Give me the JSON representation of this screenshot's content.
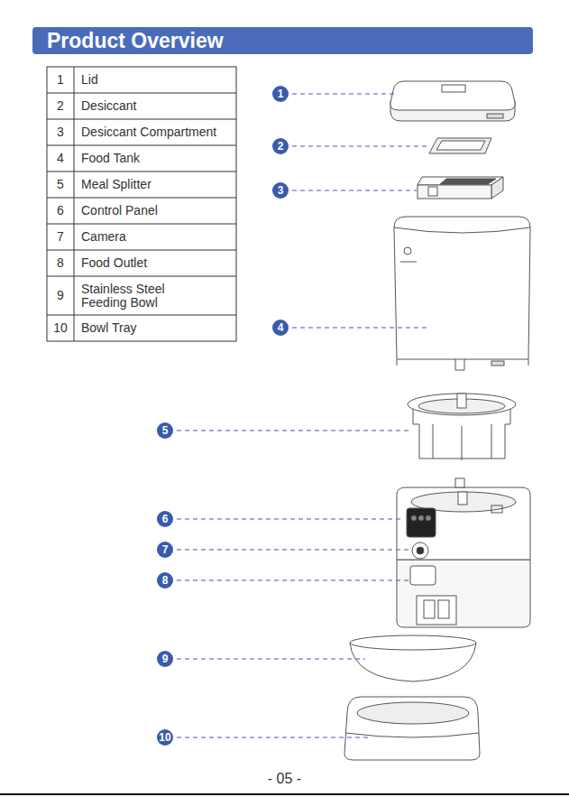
{
  "diagram": {
    "title": "Product Overview",
    "nodes": [
      {
        "text": [
          "1"
        ]
      },
      {
        "text": [
          "2"
        ]
      },
      {
        "text": [
          "3"
        ]
      },
      {
        "text": [
          "4"
        ]
      },
      {
        "text": [
          "5"
        ]
      },
      {
        "text": [
          "6"
        ]
      },
      {
        "text": [
          "7"
        ]
      },
      {
        "text": [
          "8"
        ]
      },
      {
        "text": [
          "9"
        ]
      },
      {
        "text": [
          "10"
        ]
      }
    ],
    "labels": [
      "1",
      "Lid",
      "2",
      "Desiccant",
      "3",
      "Desiccant Compartment",
      "4",
      "Food Tank",
      "5",
      "Meal Splitter",
      "6",
      "Control Panel",
      "7",
      "Camera",
      "8",
      "Food Outlet",
      "9",
      "Stainless Steel Feeding Bowl",
      "10",
      "Bowl Tray",
      "- 05 -"
    ]
  }
}
